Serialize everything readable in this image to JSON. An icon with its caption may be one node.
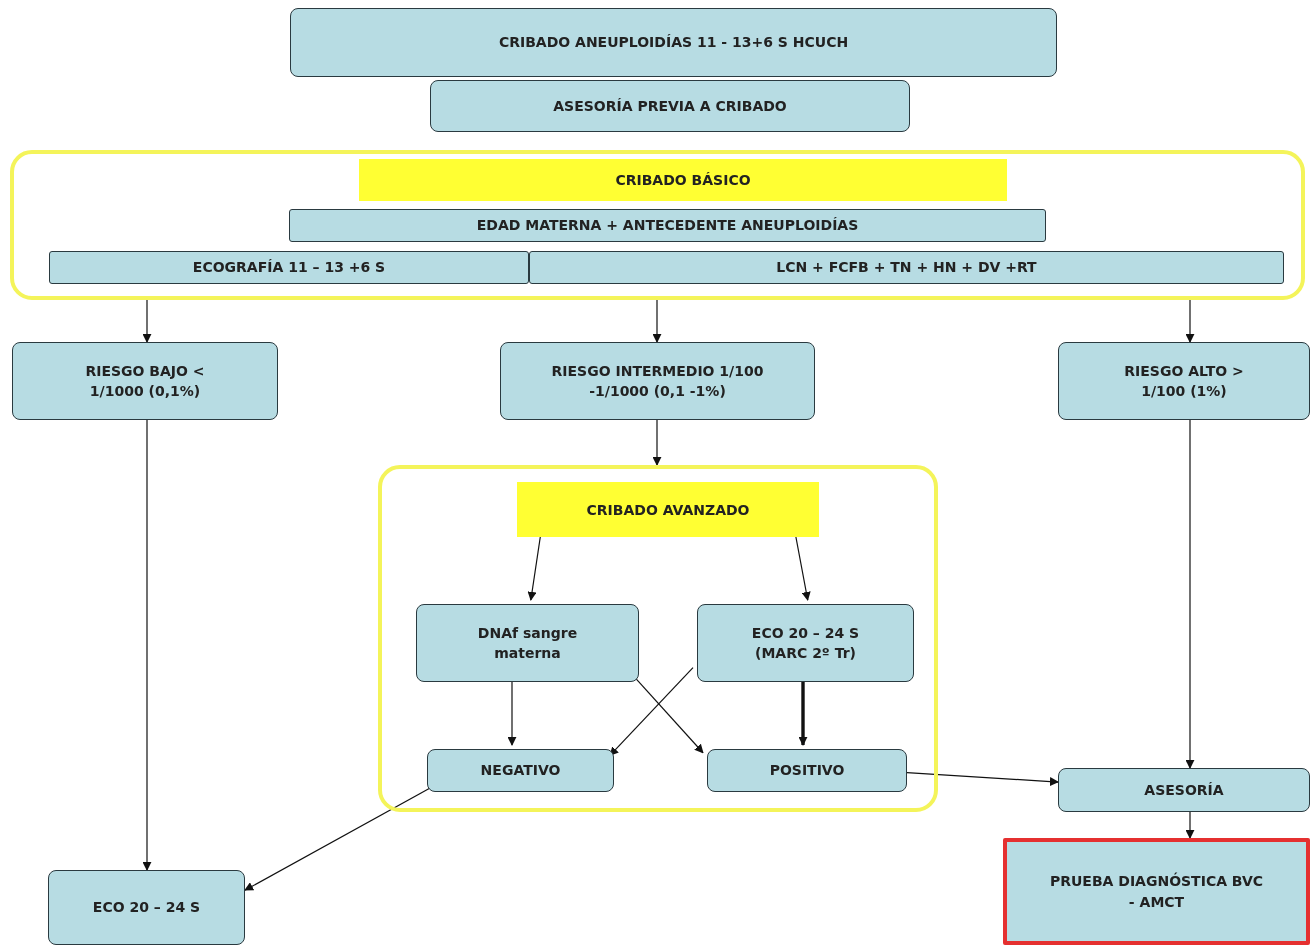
{
  "diagram": {
    "nodes": [
      {
        "text": [
          "CRIBADO ANEUPLOIDÍAS 11 - 13+6 S HCUCH"
        ]
      },
      {
        "text": [
          "ASESORÍA PREVIA A CRIBADO"
        ]
      },
      {
        "text": [],
        "shape": "box"
      },
      {
        "text": [
          "CRIBADO BÁSICO"
        ],
        "in": 2
      },
      {
        "text": [
          "EDAD MATERNA + ANTECEDENTE ANEUPLOIDÍAS"
        ],
        "in": 2
      },
      {
        "text": [
          "ECOGRAFÍA 11 – 13 +6 S"
        ],
        "in": 2
      },
      {
        "text": [
          "LCN + FCFB + TN + HN + DV +RT"
        ],
        "in": 2
      },
      {
        "text": [
          "RIESGO BAJO < 1/1000 (0,1%)"
        ]
      },
      {
        "text": [
          "RIESGO INTERMEDIO 1/100 -1/1000 (0,1 -1%)"
        ]
      },
      {
        "text": [
          "RIESGO ALTO > 1/100 (1%)"
        ]
      },
      {
        "text": [],
        "shape": "box"
      },
      {
        "text": [
          "CRIBADO AVANZADO"
        ],
        "in": 10
      },
      {
        "text": [
          "DNAf sangre materna"
        ],
        "in": 10
      },
      {
        "text": [
          "ECO 20 – 24 S (MARC 2º Tr)"
        ],
        "in": 10
      },
      {
        "text": [
          "NEGATIVO"
        ],
        "in": 10
      },
      {
        "text": [
          "POSITIVO"
        ],
        "in": 10
      },
      {
        "text": [
          "ASESORÍA"
        ]
      },
      {
        "text": [
          "PRUEBA DIAGNÓSTICA BVC - AMCT"
        ]
      },
      {
        "text": [
          "ECO 20 – 24 S"
        ]
      }
    ],
    "edges": [
      {
        "from": 2,
        "to": 7,
        "arrow": "to"
      },
      {
        "from": 2,
        "to": 8,
        "arrow": "to"
      },
      {
        "from": 2,
        "to": 9,
        "arrow": "to"
      },
      {
        "from": 8,
        "to": 10,
        "arrow": "to"
      },
      {
        "from": 11,
        "to": 12,
        "arrow": "to"
      },
      {
        "from": 11,
        "to": 13,
        "arrow": "to"
      },
      {
        "from": 12,
        "to": 14,
        "arrow": "to"
      },
      {
        "from": 12,
        "to": 15,
        "arrow": "to"
      },
      {
        "from": 13,
        "to": 14,
        "arrow": "to"
      },
      {
        "from": 13,
        "to": 15,
        "arrow": "to",
        "style": "thick"
      },
      {
        "from": 15,
        "to": 16,
        "arrow": "to"
      },
      {
        "from": 9,
        "to": 16,
        "arrow": "to"
      },
      {
        "from": 16,
        "to": 17,
        "arrow": "to"
      },
      {
        "from": 7,
        "to": 18,
        "arrow": "to"
      },
      {
        "from": 14,
        "to": 18,
        "arrow": "to"
      }
    ]
  }
}
